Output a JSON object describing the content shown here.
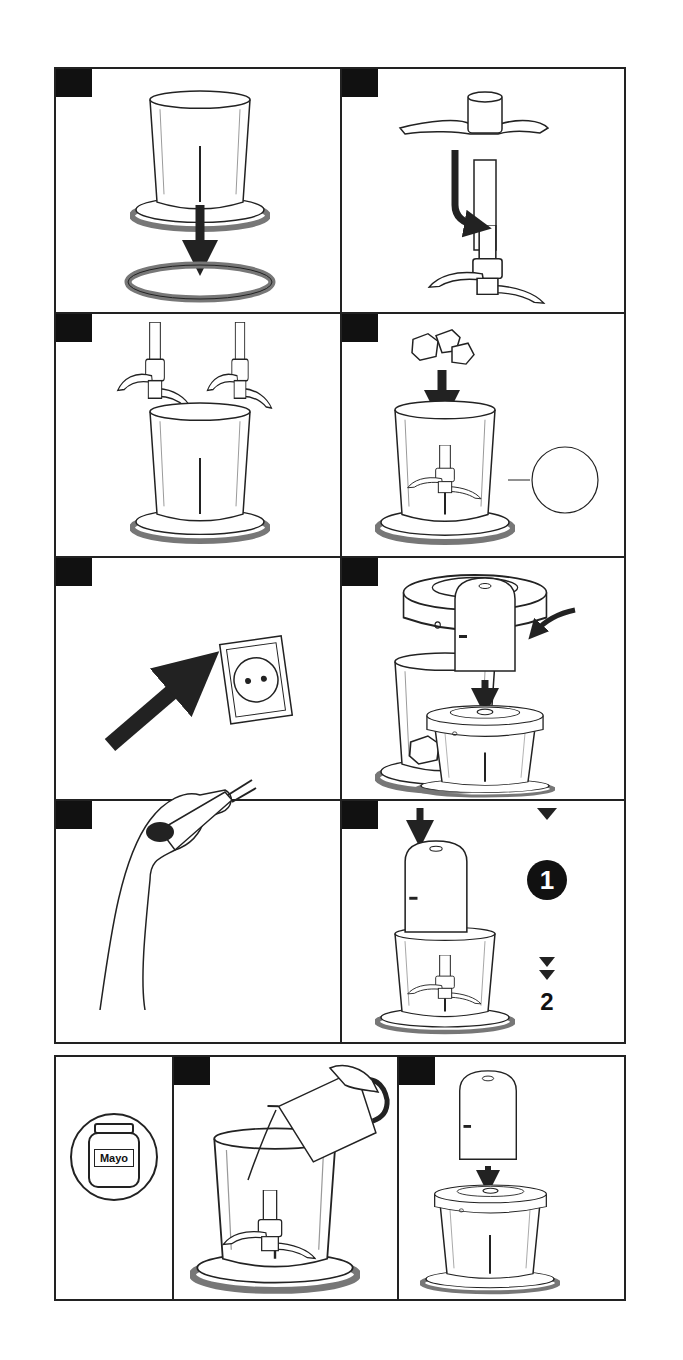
{
  "diagram": {
    "nodes": [
      {
        "text": [
          "1"
        ]
      },
      {
        "text": [
          "Mayo"
        ]
      }
    ],
    "labels": [
      "2"
    ]
  }
}
